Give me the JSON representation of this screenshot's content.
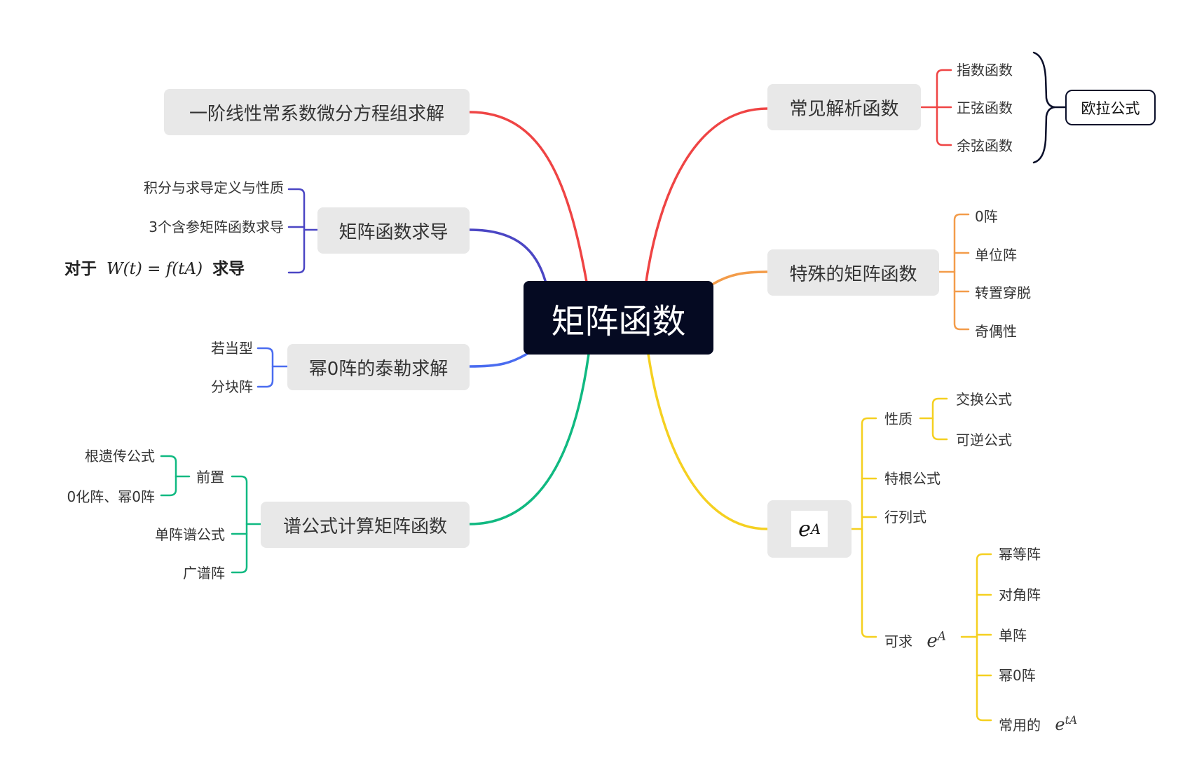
{
  "root": {
    "label": "矩阵函数"
  },
  "branches": {
    "first_order": {
      "label": "一阶线性常系数微分方程组求解",
      "color": "#ef4444"
    },
    "derivative": {
      "label": "矩阵函数求导",
      "color": "#4b46c4",
      "children": [
        "积分与求导定义与性质",
        "3个含参矩阵函数求导"
      ],
      "formula": {
        "prefix": "对于",
        "math": "W(t) = f(tA)",
        "suffix": "求导"
      }
    },
    "taylor": {
      "label": "幂0阵的泰勒求解",
      "color": "#4a6cf0",
      "children": [
        "若当型",
        "分块阵"
      ]
    },
    "spectral": {
      "label": "谱公式计算矩阵函数",
      "color": "#10b981",
      "children": {
        "preface": {
          "label": "前置",
          "children": [
            "根遗传公式",
            "0化阵、幂0阵"
          ]
        },
        "single": "单阵谱公式",
        "general": "广谱阵"
      }
    },
    "analytic": {
      "label": "常见解析函数",
      "color": "#ef4444",
      "children": [
        "指数函数",
        "正弦函数",
        "余弦函数"
      ],
      "brace_color": "#0a0f2a",
      "summary": "欧拉公式"
    },
    "special": {
      "label": "特殊的矩阵函数",
      "color": "#f39c4a",
      "children": [
        "0阵",
        "单位阵",
        "转置穿脱",
        "奇偶性"
      ]
    },
    "exp": {
      "label_base": "e",
      "label_exp": "A",
      "color": "#f5d020",
      "properties": {
        "label": "性质",
        "children": [
          "交换公式",
          "可逆公式"
        ]
      },
      "char_root": "特根公式",
      "determinant": "行列式",
      "computable": {
        "label": "可求",
        "label_math_base": "e",
        "label_math_exp": "A",
        "children": [
          "幂等阵",
          "对角阵",
          "单阵",
          "幂0阵"
        ],
        "common": {
          "label": "常用的",
          "math_base": "e",
          "math_exp": "tA"
        }
      }
    }
  }
}
